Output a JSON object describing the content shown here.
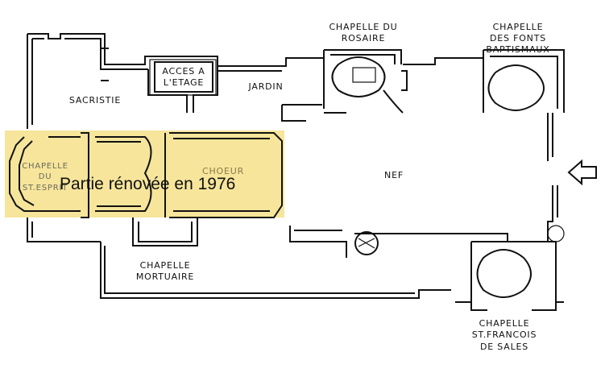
{
  "labels": {
    "chapelle_rosaire": [
      "CHAPELLE DU",
      "ROSAIRE"
    ],
    "chapelle_fonts": [
      "CHAPELLE",
      "DES FONTS",
      "BAPTISMAUX"
    ],
    "acces_etage": [
      "ACCES A",
      "L'ETAGE"
    ],
    "jardin": "JARDIN",
    "sacristie": "SACRISTIE",
    "chapelle_st_esprit": [
      "CHAPELLE",
      "DU",
      "ST.ESPRIT"
    ],
    "choeur": "CHOEUR",
    "nef": "NEF",
    "chapelle_mortuaire": [
      "CHAPELLE",
      "MORTUAIRE"
    ],
    "chapelle_st_francois": [
      "CHAPELLE",
      "ST.FRANCOIS",
      "DE SALES"
    ]
  },
  "highlight": {
    "text": "Partie rénovée en 1976",
    "color": "#f5e08a"
  },
  "entrance_arrow_icon": "arrow-left-icon"
}
